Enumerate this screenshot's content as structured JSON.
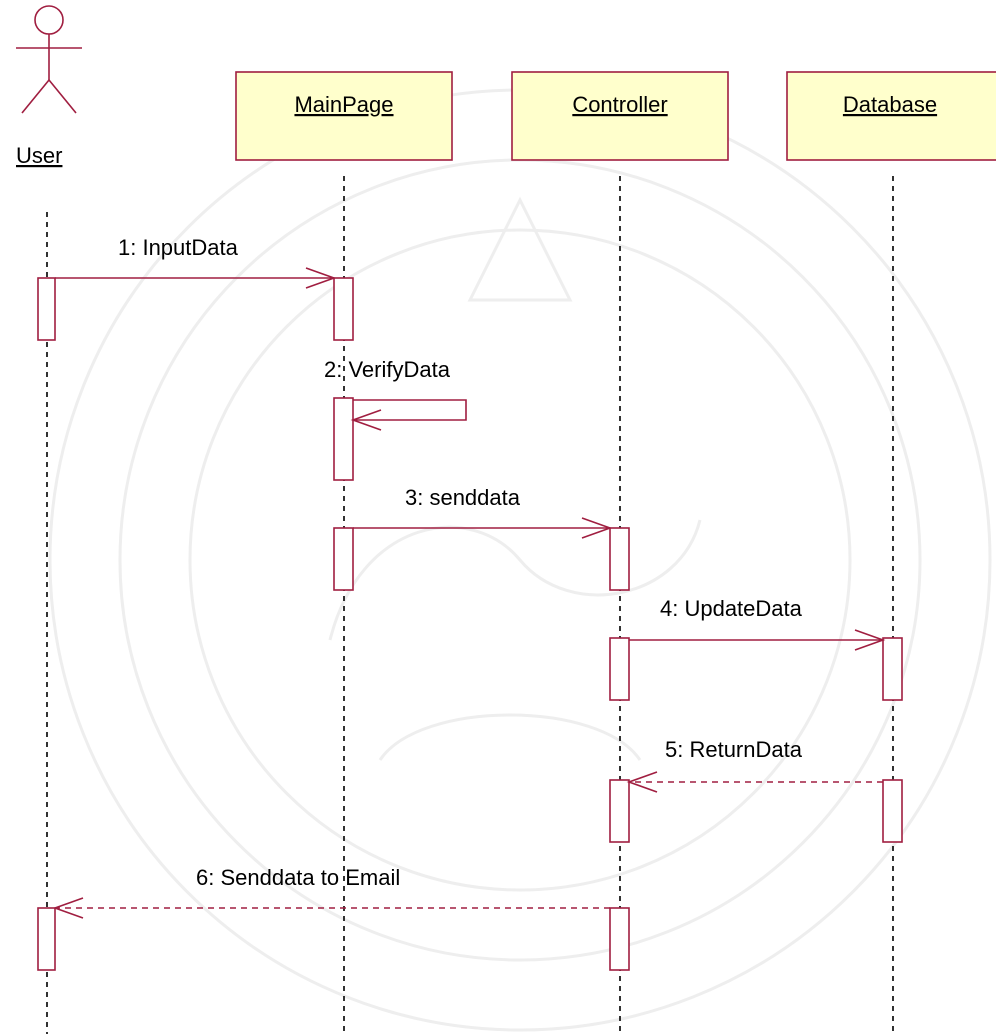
{
  "actor": {
    "name": "User"
  },
  "objects": [
    {
      "name": "MainPage"
    },
    {
      "name": "Controller"
    },
    {
      "name": "Database"
    }
  ],
  "messages": [
    {
      "label": "1: InputData",
      "from": "User",
      "to": "MainPage",
      "kind": "synchronous"
    },
    {
      "label": "2: VerifyData",
      "from": "MainPage",
      "to": "MainPage",
      "kind": "self"
    },
    {
      "label": "3: senddata",
      "from": "MainPage",
      "to": "Controller",
      "kind": "synchronous"
    },
    {
      "label": "4: UpdateData",
      "from": "Controller",
      "to": "Database",
      "kind": "synchronous"
    },
    {
      "label": "5: ReturnData",
      "from": "Database",
      "to": "Controller",
      "kind": "return"
    },
    {
      "label": "6: Senddata to Email",
      "from": "Controller",
      "to": "User",
      "kind": "return"
    }
  ],
  "colors": {
    "line": "#a01e40",
    "box_fill": "#ffffcc",
    "watermark": "#eeeeee"
  }
}
